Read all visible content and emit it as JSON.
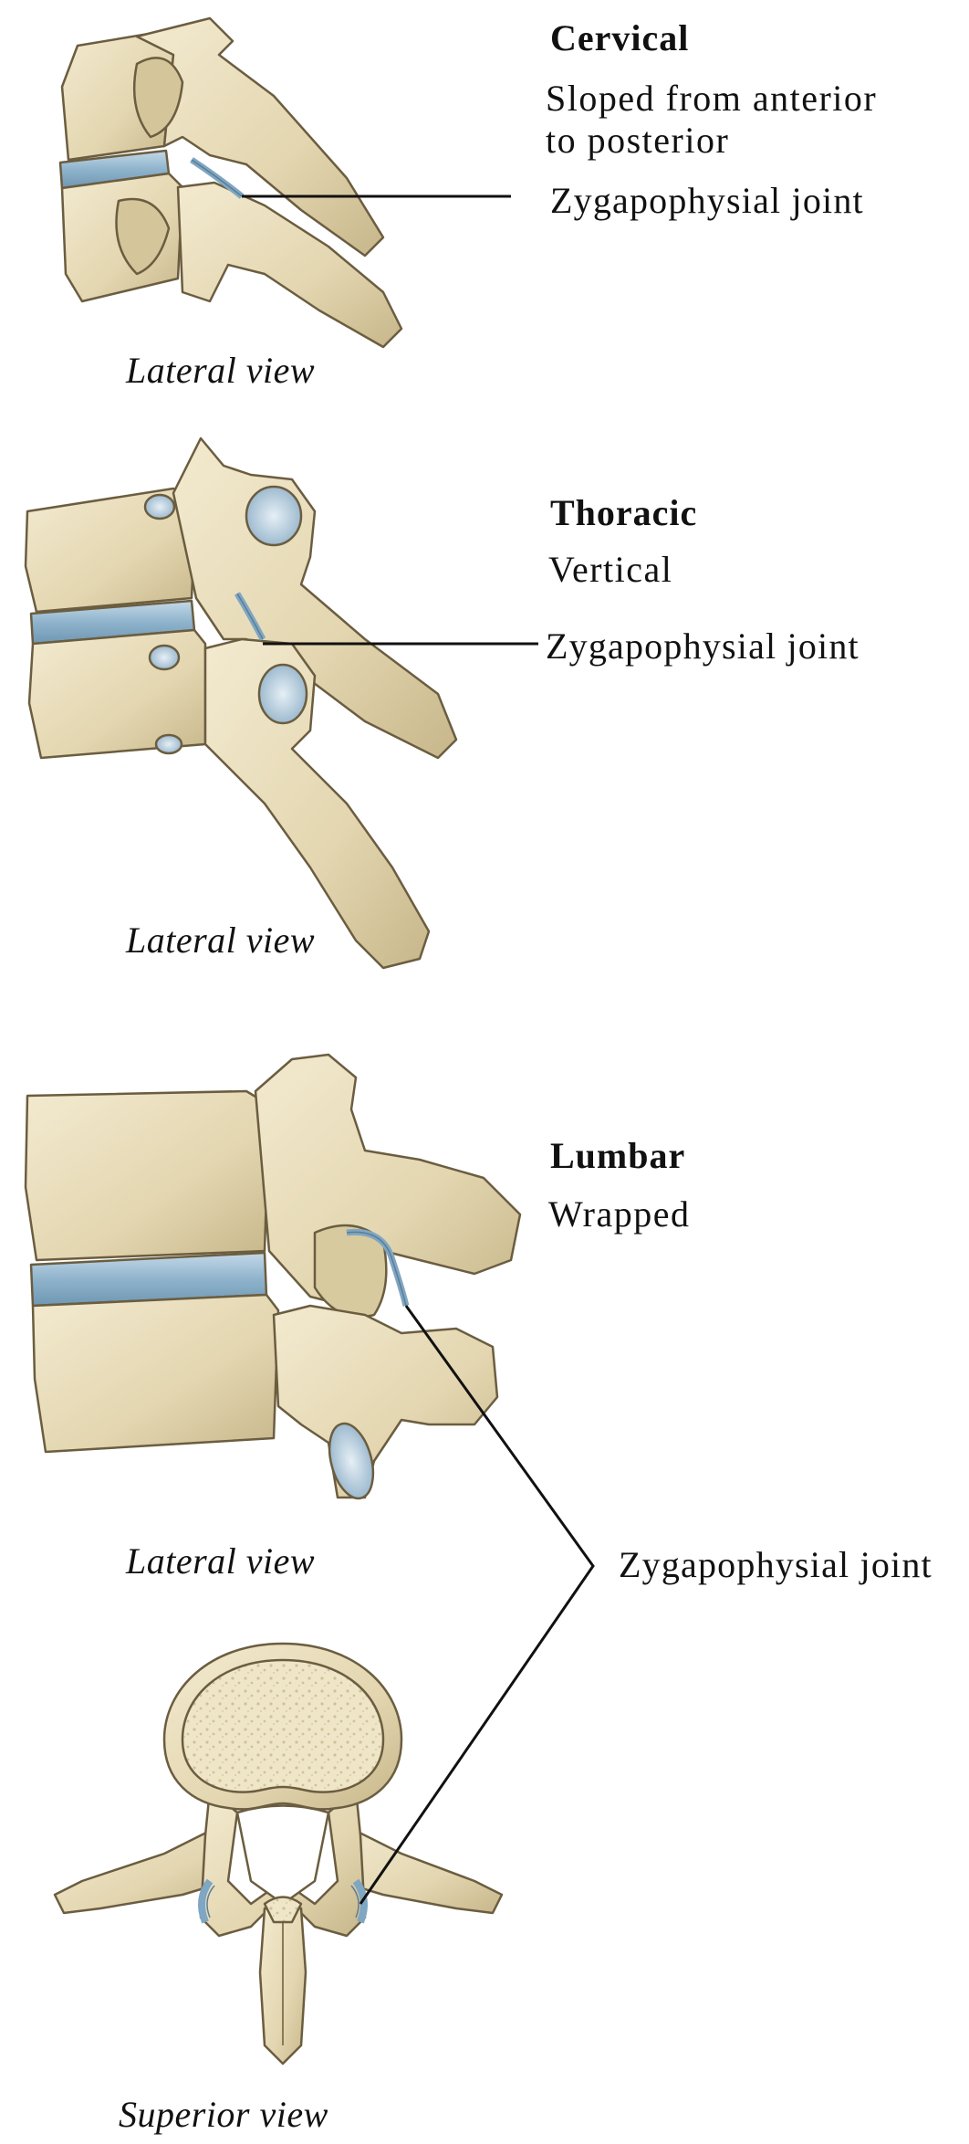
{
  "regions": {
    "cervical": {
      "title": "Cervical",
      "orientation_line1": "Sloped from anterior",
      "orientation_line2": "to posterior",
      "joint_label": "Zygapophysial joint",
      "view_label": "Lateral view"
    },
    "thoracic": {
      "title": "Thoracic",
      "orientation": "Vertical",
      "joint_label": "Zygapophysial joint",
      "view_label": "Lateral view"
    },
    "lumbar": {
      "title": "Lumbar",
      "orientation": "Wrapped",
      "joint_label": "Zygapophysial joint",
      "lateral_view_label": "Lateral view",
      "superior_view_label": "Superior view"
    }
  },
  "colors": {
    "bone": "#e8dcb8",
    "bone_shadow": "#c9b98e",
    "bone_outline": "#6b5d40",
    "disc": "#8fb3cc",
    "disc_light": "#b9d2e2",
    "cancellous": "#d9cfae",
    "leader_line": "#111111"
  }
}
